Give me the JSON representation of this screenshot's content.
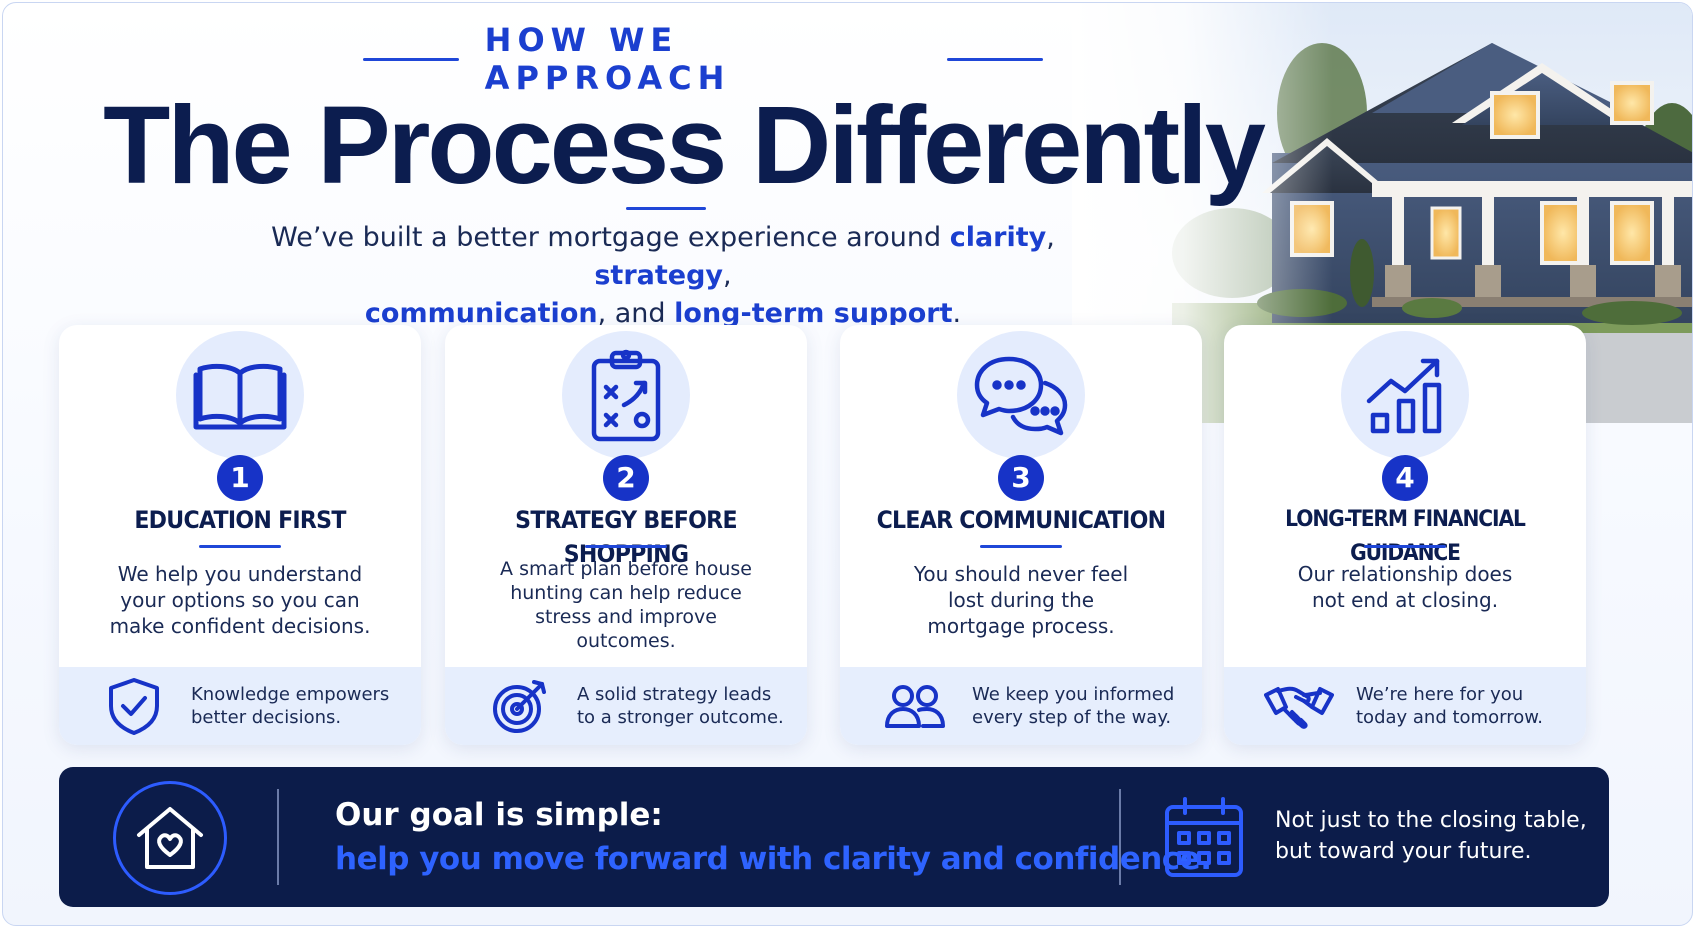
{
  "header": {
    "eyebrow": "HOW WE APPROACH",
    "title": "The Process Differently",
    "subtitle_parts": {
      "p1": "We’ve built a better mortgage experience around ",
      "clarity": "clarity",
      "p2": ", ",
      "strategy": "strategy",
      "p3": ",",
      "communication": "communication",
      "p4": ", and ",
      "support": "long-term support",
      "p5": "."
    }
  },
  "cards": [
    {
      "number": "1",
      "title": "EDUCATION FIRST",
      "description": "We help you understand your options so you can make confident decisions.",
      "footer": "Knowledge empowers better decisions.",
      "icon": "open-book-icon",
      "footer_icon": "shield-check-icon"
    },
    {
      "number": "2",
      "title": "STRATEGY BEFORE SHOPPING",
      "description": "A smart plan before house hunting can help reduce stress and improve outcomes.",
      "footer": "A solid strategy leads to a stronger outcome.",
      "icon": "clipboard-strategy-icon",
      "footer_icon": "target-arrow-icon"
    },
    {
      "number": "3",
      "title": "CLEAR COMMUNICATION",
      "description": "You should never feel lost during the mortgage process.",
      "footer": "We keep you informed every step of the way.",
      "icon": "chat-bubbles-icon",
      "footer_icon": "people-icon"
    },
    {
      "number": "4",
      "title": "LONG-TERM FINANCIAL GUIDANCE",
      "description": "Our relationship does not end at closing.",
      "footer": "We’re here for you today and tomorrow.",
      "icon": "growth-chart-icon",
      "footer_icon": "handshake-icon"
    }
  ],
  "banner": {
    "line1": "Our goal is simple:",
    "line2": "help you move forward with clarity and confidence.",
    "right_line1": "Not just to the closing table,",
    "right_line2": "but toward your future.",
    "left_icon": "home-heart-icon",
    "right_icon": "calendar-icon"
  },
  "colors": {
    "navy": "#0c1d4f",
    "accent_blue": "#1b3fcf",
    "banner_bg": "#0c1c4a",
    "card_footer_bg": "#e6eefd",
    "icon_circle_bg": "#e4ecfd"
  },
  "decorative_image": "two-story-blue-house-photo"
}
